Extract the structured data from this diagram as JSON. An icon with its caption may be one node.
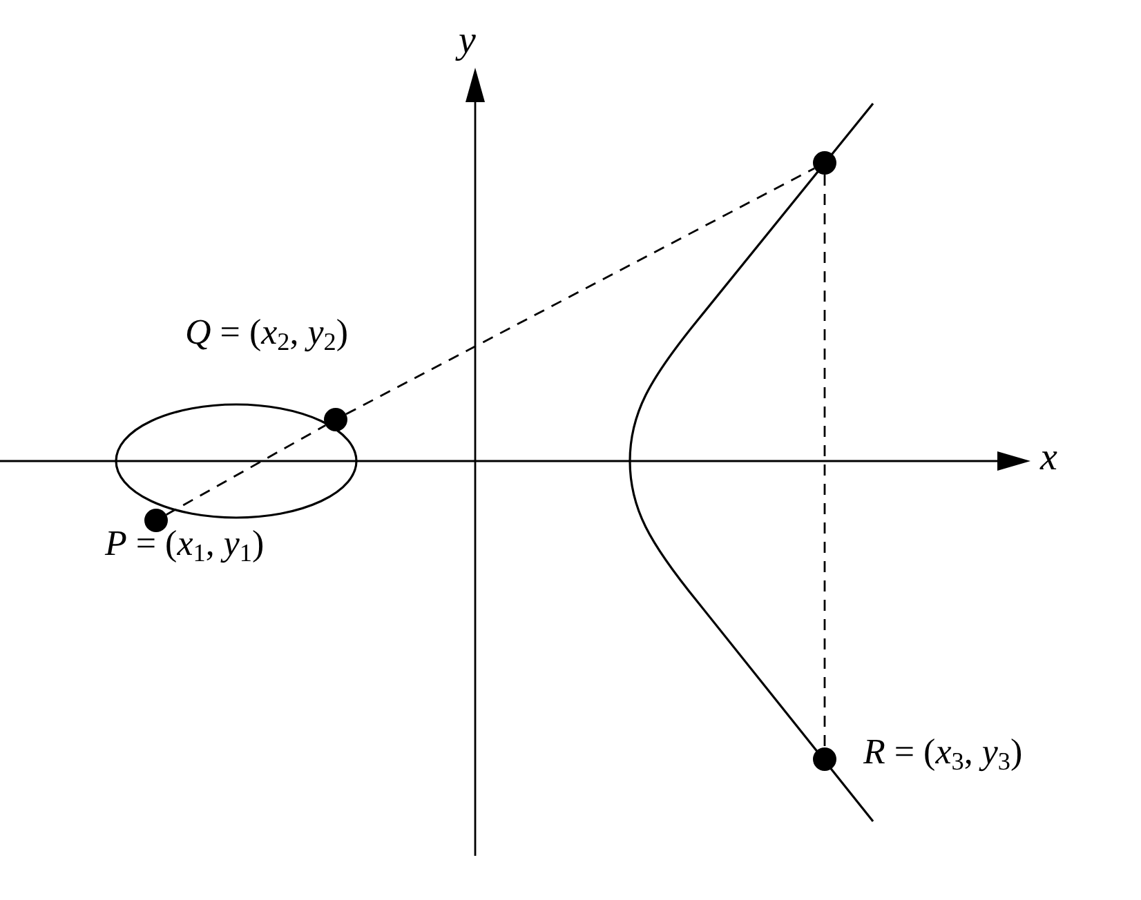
{
  "diagram": {
    "nodes": [
      {
        "text": [],
        "shape": "circle"
      },
      {
        "text": [],
        "shape": "circle",
        "beside": [
          "*Q* = (*x*$_{2}$, *y*$_{2}$)"
        ]
      },
      {
        "text": [],
        "shape": "circle",
        "beside": [
          "*P* = (*x*$_{1}$, *y*$_{1}$)"
        ]
      },
      {
        "text": [],
        "shape": "circle",
        "beside": [
          "*R* = (*x*$_{3}$, *y*$_{3}$)"
        ]
      }
    ],
    "edges": [
      {
        "from": 2,
        "to": 1,
        "arrow": "none",
        "style": "dashed"
      },
      {
        "from": 1,
        "to": 0,
        "arrow": "none",
        "style": "dashed"
      },
      {
        "from": 0,
        "to": 3,
        "arrow": "none",
        "style": "dashed"
      }
    ],
    "labels": [
      "y",
      "x"
    ]
  }
}
